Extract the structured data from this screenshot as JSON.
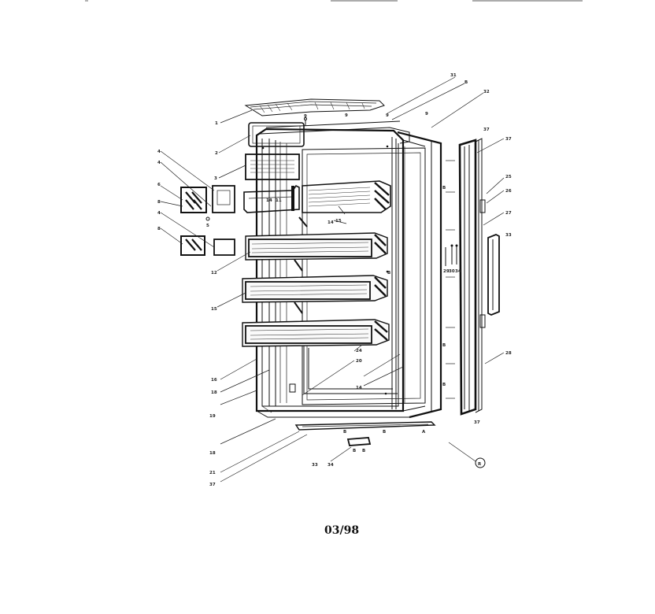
{
  "diagram": {
    "date_code": "03/98",
    "callouts": [
      {
        "id": "c1",
        "text": "1"
      },
      {
        "id": "c2",
        "text": "2"
      },
      {
        "id": "c3",
        "text": "3"
      },
      {
        "id": "c4a",
        "text": "4"
      },
      {
        "id": "c4b",
        "text": "4"
      },
      {
        "id": "c4c",
        "text": "4"
      },
      {
        "id": "c5",
        "text": "5"
      },
      {
        "id": "c6",
        "text": "6"
      },
      {
        "id": "c8a",
        "text": "8"
      },
      {
        "id": "c8b",
        "text": "8"
      },
      {
        "id": "c9a",
        "text": "9"
      },
      {
        "id": "c9b",
        "text": "9"
      },
      {
        "id": "c9c",
        "text": "9"
      },
      {
        "id": "c9d",
        "text": "9"
      },
      {
        "id": "c11",
        "text": "11"
      },
      {
        "id": "c12",
        "text": "12"
      },
      {
        "id": "c14a",
        "text": "14"
      },
      {
        "id": "c14b",
        "text": "14"
      },
      {
        "id": "c14c",
        "text": "14"
      },
      {
        "id": "c15a",
        "text": "15"
      },
      {
        "id": "c15b",
        "text": "15"
      },
      {
        "id": "c16",
        "text": "16"
      },
      {
        "id": "c18a",
        "text": "18"
      },
      {
        "id": "c18b",
        "text": "18"
      },
      {
        "id": "c19",
        "text": "19"
      },
      {
        "id": "c20",
        "text": "20"
      },
      {
        "id": "c21",
        "text": "21"
      },
      {
        "id": "c24",
        "text": "24"
      },
      {
        "id": "c25",
        "text": "25"
      },
      {
        "id": "c26",
        "text": "26"
      },
      {
        "id": "c27",
        "text": "27"
      },
      {
        "id": "c28",
        "text": "28"
      },
      {
        "id": "c29",
        "text": "29"
      },
      {
        "id": "c30",
        "text": "30"
      },
      {
        "id": "c31",
        "text": "31"
      },
      {
        "id": "c32",
        "text": "32"
      },
      {
        "id": "c33a",
        "text": "33"
      },
      {
        "id": "c33b",
        "text": "33"
      },
      {
        "id": "c34a",
        "text": "34"
      },
      {
        "id": "c34b",
        "text": "34"
      },
      {
        "id": "c37a",
        "text": "37"
      },
      {
        "id": "c37b",
        "text": "37"
      },
      {
        "id": "c37c",
        "text": "37"
      },
      {
        "id": "c37d",
        "text": "37"
      },
      {
        "id": "cA",
        "text": "A"
      },
      {
        "id": "cB1",
        "text": "B"
      },
      {
        "id": "cB2",
        "text": "B"
      },
      {
        "id": "cB3",
        "text": "B"
      },
      {
        "id": "cB4",
        "text": "B"
      },
      {
        "id": "cB5",
        "text": "B"
      },
      {
        "id": "cB6",
        "text": "B"
      },
      {
        "id": "cB7",
        "text": "B"
      },
      {
        "id": "cB8",
        "text": "B"
      },
      {
        "id": "cB9",
        "text": "B"
      },
      {
        "id": "cR",
        "text": "R"
      }
    ]
  }
}
